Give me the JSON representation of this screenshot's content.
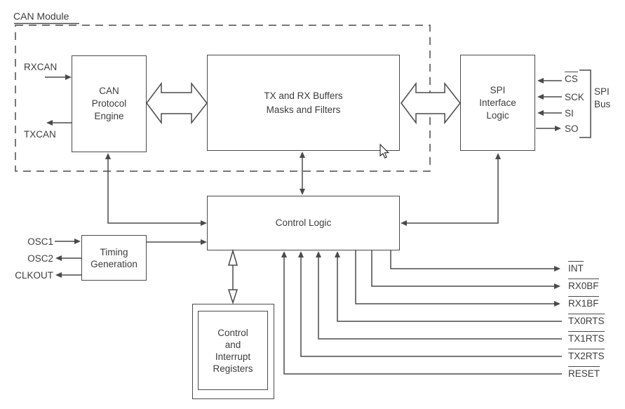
{
  "module_label": "CAN Module",
  "boxes": {
    "can_protocol_engine": "CAN\nProtocol\nEngine",
    "tx_rx_buffers": "TX and RX Buffers\nMasks and Filters",
    "spi_interface_logic": "SPI\nInterface\nLogic",
    "control_logic": "Control Logic",
    "timing_generation": "Timing\nGeneration",
    "control_interrupt_registers": "Control\nand\nInterrupt\nRegisters"
  },
  "can_signals": {
    "rxcan": "RXCAN",
    "txcan": "TXCAN"
  },
  "clock_signals": {
    "osc1": "OSC1",
    "osc2": "OSC2",
    "clkout": "CLKOUT"
  },
  "spi_signals": {
    "cs": "CS",
    "sck": "SCK",
    "si": "SI",
    "so": "SO"
  },
  "spi_bus_label": "SPI\nBus",
  "io_signals": [
    "INT",
    "RX0BF",
    "RX1BF",
    "TX0RTS",
    "TX1RTS",
    "TX2RTS",
    "RESET"
  ],
  "colors": {
    "line": "#4a4a4a",
    "text": "#3c3c3c",
    "background": "#ffffff"
  }
}
